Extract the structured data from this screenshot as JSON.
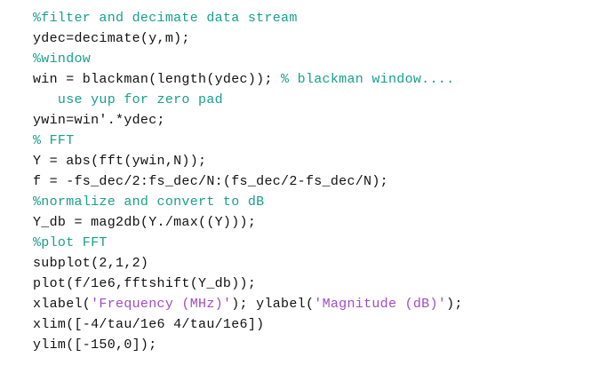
{
  "editor": {
    "colors": {
      "comment": "#18a08c",
      "code": "#111111",
      "string": "#a04cc8",
      "background": "#ffffff"
    },
    "lines": [
      [
        {
          "t": "%filter and decimate data stream",
          "c": "comment"
        }
      ],
      [
        {
          "t": "ydec=decimate(y,m);",
          "c": "code"
        }
      ],
      [
        {
          "t": "%window",
          "c": "comment"
        }
      ],
      [
        {
          "t": "win = blackman(length(ydec)); ",
          "c": "code"
        },
        {
          "t": "% blackman window....",
          "c": "comment"
        }
      ],
      [
        {
          "t": "   use yup for zero pad",
          "c": "comment"
        }
      ],
      [
        {
          "t": "ywin=win'.*ydec;",
          "c": "code"
        }
      ],
      [
        {
          "t": "% FFT",
          "c": "comment"
        }
      ],
      [
        {
          "t": "Y = abs(fft(ywin,N));",
          "c": "code"
        }
      ],
      [
        {
          "t": "f = -fs_dec/2:fs_dec/N:(fs_dec/2-fs_dec/N);",
          "c": "code"
        }
      ],
      [
        {
          "t": "%normalize and convert to dB",
          "c": "comment"
        }
      ],
      [
        {
          "t": "Y_db = mag2db(Y./max((Y)));",
          "c": "code"
        }
      ],
      [
        {
          "t": "%plot FFT",
          "c": "comment"
        }
      ],
      [
        {
          "t": "subplot(2,1,2)",
          "c": "code"
        }
      ],
      [
        {
          "t": "plot(f/1e6,fftshift(Y_db));",
          "c": "code"
        }
      ],
      [
        {
          "t": "xlabel(",
          "c": "code"
        },
        {
          "t": "'Frequency (MHz)'",
          "c": "string"
        },
        {
          "t": "); ylabel(",
          "c": "code"
        },
        {
          "t": "'Magnitude (dB)'",
          "c": "string"
        },
        {
          "t": ");",
          "c": "code"
        }
      ],
      [
        {
          "t": "xlim([-4/tau/1e6 4/tau/1e6])",
          "c": "code"
        }
      ],
      [
        {
          "t": "ylim([-150,0]);",
          "c": "code"
        }
      ]
    ]
  }
}
